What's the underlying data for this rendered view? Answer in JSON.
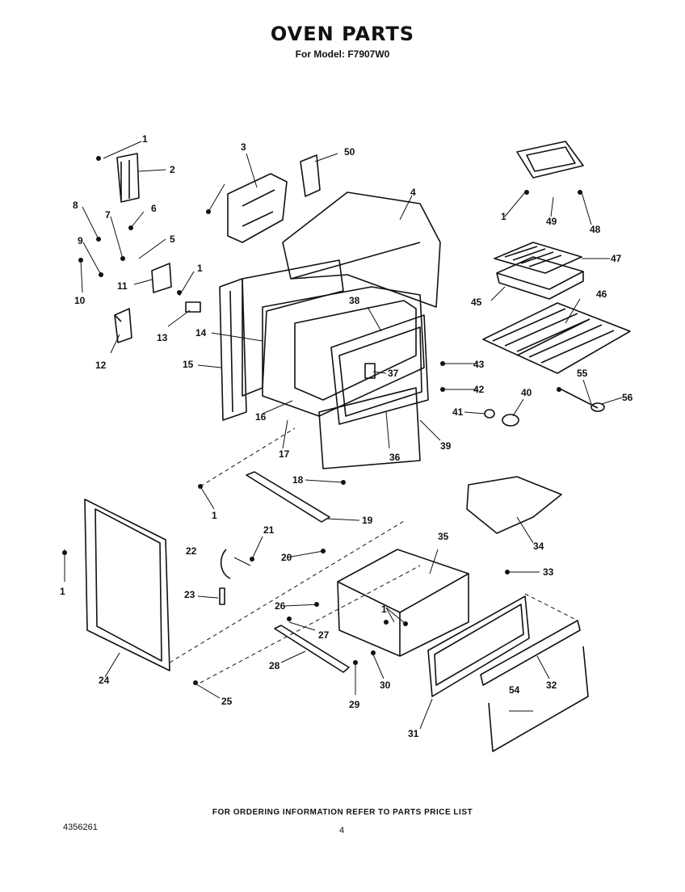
{
  "header": {
    "title": "OVEN PARTS",
    "model": "For Model: F7907W0"
  },
  "footer": {
    "ordering_note": "FOR ORDERING INFORMATION REFER TO PARTS PRICE LIST",
    "document_number": "4356261",
    "page_number": "4"
  },
  "callouts": [
    "1",
    "2",
    "3",
    "50",
    "4",
    "8",
    "6",
    "7",
    "5",
    "9",
    "10",
    "11",
    "1",
    "13",
    "14",
    "15",
    "12",
    "16",
    "17",
    "38",
    "37",
    "36",
    "39",
    "43",
    "42",
    "41",
    "40",
    "46",
    "45",
    "47",
    "49",
    "48",
    "1",
    "55",
    "56",
    "18",
    "19",
    "1",
    "22",
    "21",
    "20",
    "23",
    "24",
    "25",
    "35",
    "26",
    "27",
    "28",
    "29",
    "30",
    "31",
    "32",
    "54",
    "33",
    "34",
    "1",
    "1"
  ]
}
